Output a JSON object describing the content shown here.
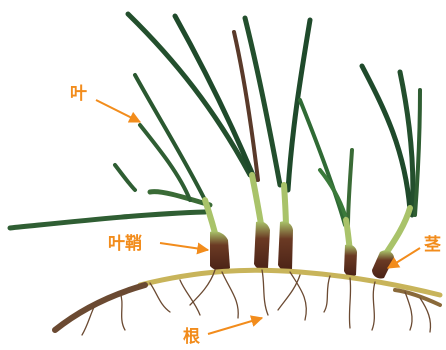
{
  "diagram": {
    "labels": {
      "leaf": "叶",
      "leaf_sheath": "叶鞘",
      "stem": "茎",
      "root": "根"
    },
    "colors": {
      "label": "#f28c1c",
      "leaf_dark": "#1f4a2b",
      "leaf_mid": "#3f7a3a",
      "leaf_light": "#a9c36a",
      "sheath": "#5a2a1c",
      "stem": "#c8b45a",
      "root": "#6b4a32"
    }
  }
}
